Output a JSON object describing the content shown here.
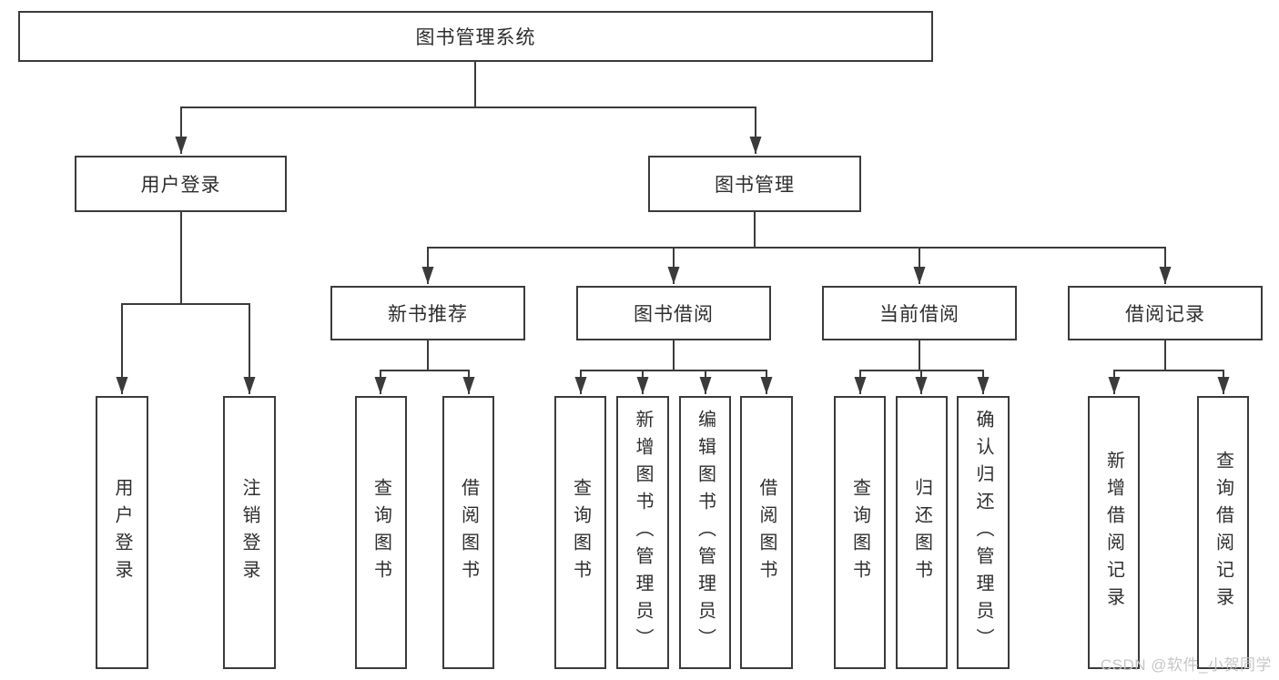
{
  "diagram": {
    "root": {
      "label": "图书管理系统"
    },
    "level2": [
      {
        "label": "用户登录"
      },
      {
        "label": "图书管理"
      }
    ],
    "level3": [
      {
        "label": "新书推荐"
      },
      {
        "label": "图书借阅"
      },
      {
        "label": "当前借阅"
      },
      {
        "label": "借阅记录"
      }
    ],
    "leaves": {
      "user_login": [
        {
          "label": "用户登录"
        },
        {
          "label": "注销登录"
        }
      ],
      "new_books": [
        {
          "label": "查询图书"
        },
        {
          "label": "借阅图书"
        }
      ],
      "book_borrowing": [
        {
          "label": "查询图书"
        },
        {
          "label": "新增图书（管理员）"
        },
        {
          "label": "编辑图书（管理员）"
        },
        {
          "label": "借阅图书"
        }
      ],
      "current_borrowing": [
        {
          "label": "查询图书"
        },
        {
          "label": "归还图书"
        },
        {
          "label": "确认归还（管理员）"
        }
      ],
      "borrowing_records": [
        {
          "label": "新增借阅记录"
        },
        {
          "label": "查询借阅记录"
        }
      ]
    },
    "colors": {
      "line": "#3b3b3b",
      "text": "#2e2e2e",
      "watermark": "#c3c3c3"
    },
    "watermark": "CSDN @软件_小贺同学"
  }
}
